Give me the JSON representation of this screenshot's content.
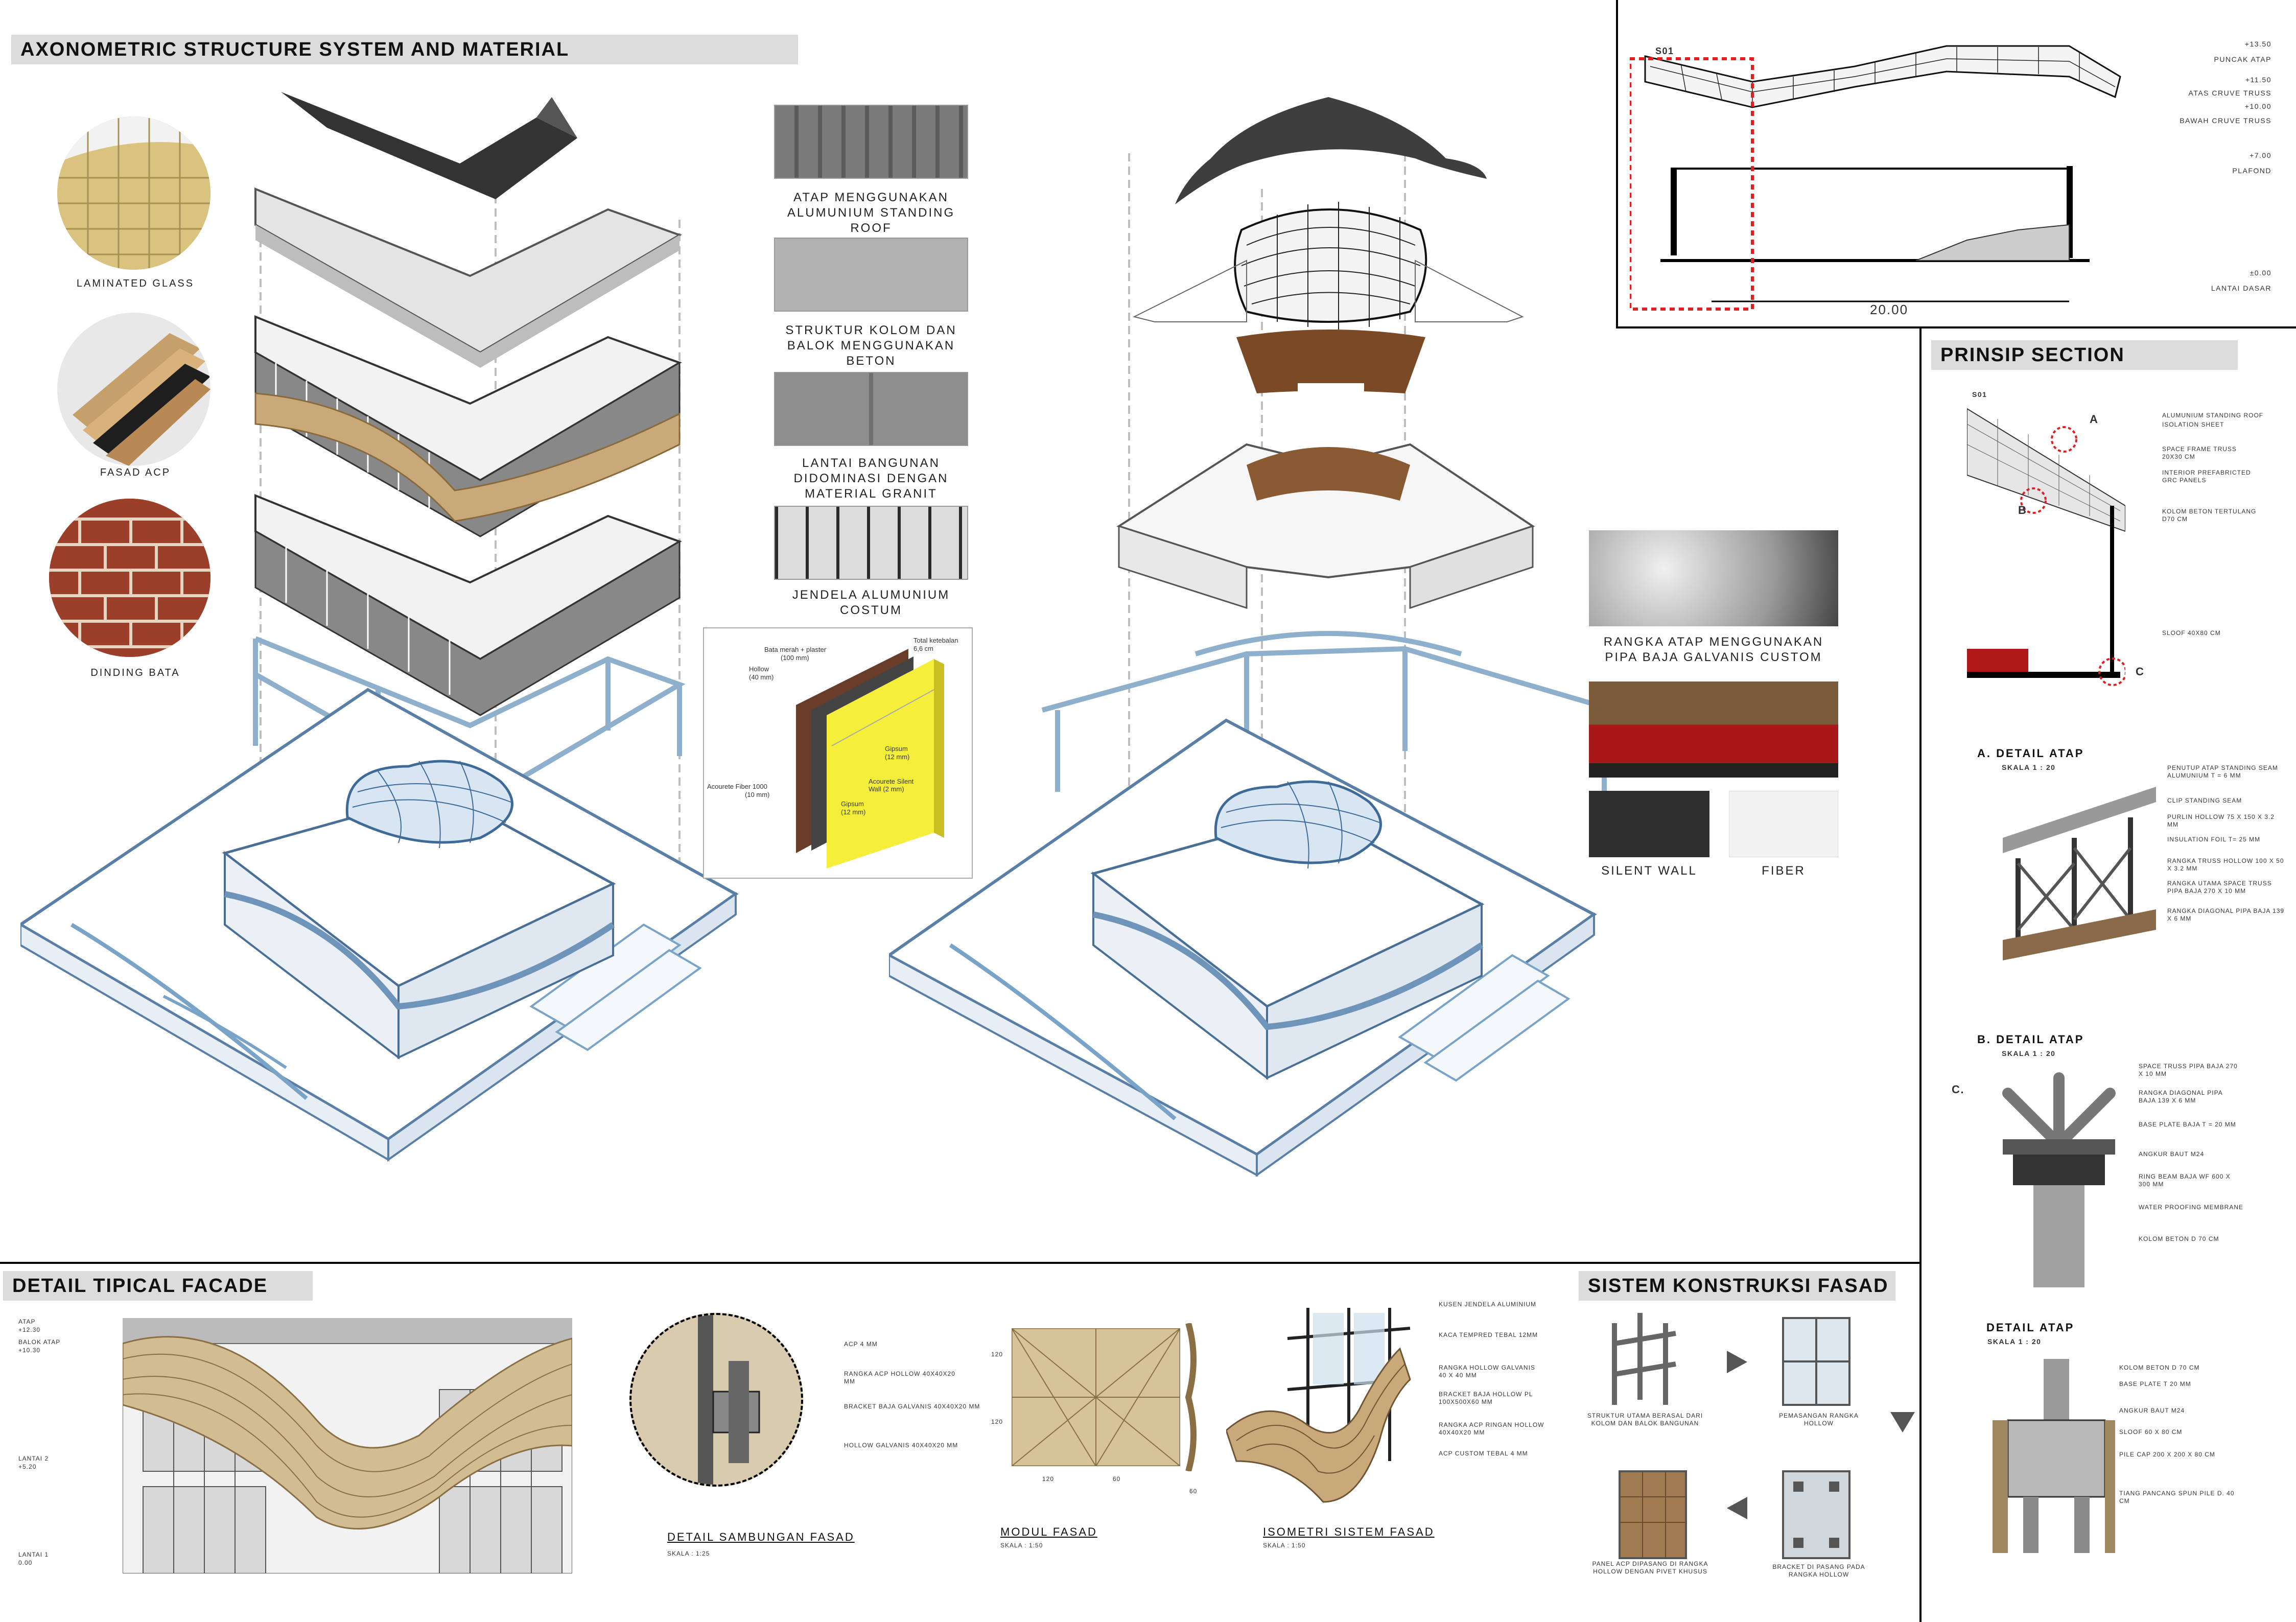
{
  "headers": {
    "axonometric": "AXONOMETRIC STRUCTURE SYSTEM AND MATERIAL",
    "prinsip": "PRINSIP SECTION",
    "facade": "DETAIL TIPICAL FACADE",
    "sistem": "SISTEM KONSTRUKSI FASAD"
  },
  "materials_left": [
    "LAMINATED GLASS",
    "FASAD ACP",
    "DINDING BATA"
  ],
  "materials_mid": [
    "ATAP MENGGUNAKAN ALUMUNIUM STANDING ROOF",
    "STRUKTUR KOLOM DAN BALOK MENGGUNAKAN BETON",
    "LANTAI BANGUNAN DIDOMINASI DENGAN MATERIAL GRANIT",
    "JENDELA ALUMUNIUM COSTUM"
  ],
  "wall_detail": {
    "bata": "Bata merah + plaster",
    "bata_dim": "(100 mm)",
    "hollow": "Hollow",
    "hollow_dim": "(40 mm)",
    "total": "Total ketebalan",
    "total_dim": "6,6 cm",
    "gipsum1": "Gipsum",
    "gipsum1_dim": "(12 mm)",
    "silent": "Acourete Silent Wall (2 mm)",
    "fiber": "Acourete Fiber 1000",
    "fiber_dim": "(10 mm)",
    "gipsum2": "Gipsum",
    "gipsum2_dim": "(12 mm)"
  },
  "materials_right": {
    "rangka": "RANGKA ATAP MENGGUNAKAN PIPA BAJA GALVANIS CUSTOM",
    "silent": "SILENT WALL",
    "fiber": "FIBER"
  },
  "section": {
    "tag": "S01",
    "dim": "20.00",
    "levels": [
      {
        "v": "+13.50",
        "n": "PUNCAK ATAP"
      },
      {
        "v": "+11.50",
        "n": "ATAS CRUVE TRUSS"
      },
      {
        "v": "+10.00",
        "n": "BAWAH CRUVE TRUSS"
      },
      {
        "v": "+7.00",
        "n": "PLAFOND"
      },
      {
        "v": "±0.00",
        "n": "LANTAI DASAR"
      }
    ]
  },
  "prinsip": {
    "tag": "S01",
    "markA": "A",
    "markB": "B",
    "markC": "C",
    "notes": [
      "ALUMUNIUM STANDING ROOF",
      "ISOLATION SHEET",
      "SPACE FRAME TRUSS 20X30 CM",
      "INTERIOR PREFABRICTED GRC PANELS",
      "KOLOM BETON TERTULANG D70 CM",
      "SLOOF 40X80 CM"
    ]
  },
  "detailA": {
    "title": "A.  DETAIL ATAP",
    "scale": "SKALA 1 : 20",
    "notes": [
      "PENUTUP ATAP STANDING SEAM ALUMUNIUM T = 6 MM",
      "CLIP STANDING SEAM",
      "PURLIN HOLLOW 75 X 150 X 3.2 MM",
      "INSULATION FOIL T= 25 MM",
      "RANGKA TRUSS HOLLOW 100 X 50 X 3.2 MM",
      "RANGKA UTAMA SPACE TRUSS PIPA BAJA 270 X 10 MM",
      "RANGKA DIAGONAL PIPA BAJA 139 X 6 MM"
    ]
  },
  "detailB": {
    "title": "B.  DETAIL ATAP",
    "scale": "SKALA 1 : 20",
    "markC": "C.",
    "notes": [
      "SPACE TRUSS PIPA BAJA 270 X 10 MM",
      "RANGKA DIAGONAL PIPA BAJA 139 X 6 MM",
      "BASE PLATE BAJA T = 20 MM",
      "ANGKUR BAUT M24",
      "RING BEAM BAJA WF 600 X 300 MM",
      "WATER PROOFING MEMBRANE",
      "KOLOM BETON D 70 CM"
    ]
  },
  "detailC": {
    "title": "DETAIL ATAP",
    "scale": "SKALA 1 : 20",
    "notes": [
      "KOLOM BETON D 70 CM",
      "BASE PLATE T 20 MM",
      "ANGKUR BAUT M24",
      "SLOOF 60 X 80 CM",
      "PILE CAP 200 X 200 X 80 CM",
      "TIANG PANCANG SPUN PILE D. 40 CM"
    ]
  },
  "facade": {
    "levels": [
      {
        "n": "ATAP",
        "v": "+12.30"
      },
      {
        "n": "BALOK ATAP",
        "v": "+10.30"
      },
      {
        "n": "Lantai 2",
        "v": "+5.20"
      },
      {
        "n": "Lantai 1",
        "v": "0.00"
      }
    ]
  },
  "sambungan": {
    "title": "DETAIL SAMBUNGAN FASAD",
    "scale": "SKALA : 1:25",
    "notes": [
      "ACP 4 MM",
      "RANGKA ACP HOLLOW 40X40X20 MM",
      "BRACKET BAJA GALVANIS 40X40X20 MM",
      "HOLLOW GALVANIS 40X40X20 MM"
    ]
  },
  "modul": {
    "title": "MODUL FASAD",
    "scale": "SKALA : 1:50",
    "d1": "120",
    "d2": "120",
    "d3": "120",
    "d4": "60",
    "d5": "60"
  },
  "isometri": {
    "title": "ISOMETRI SISTEM FASAD",
    "scale": "SKALA : 1:50",
    "notes": [
      "KUSEN JENDELA ALUMINIUM",
      "KACA TEMPRED TEBAL 12MM",
      "RANGKA HOLLOW GALVANIS 40 X 40 MM",
      "BRACKET BAJA HOLLOW PL 100X500X60 MM",
      "RANGKA ACP RINGAN HOLLOW 40X40X20 MM",
      "ACP CUSTOM TEBAL 4 MM"
    ]
  },
  "sistem": {
    "steps": [
      "STRUKTUR UTAMA BERASAL DARI KOLOM DAN BALOK BANGUNAN",
      "PEMASANGAN RANGKA HOLLOW",
      "BRACKET DI PASANG PADA RANGKA HOLLOW",
      "PANEL ACP DIPASANG DI RANGKA HOLLOW DENGAN PIVET KHUSUS"
    ]
  },
  "colors": {
    "blue": "#7aa3c8",
    "panel": "#c9b48e",
    "red": "#e02020"
  }
}
